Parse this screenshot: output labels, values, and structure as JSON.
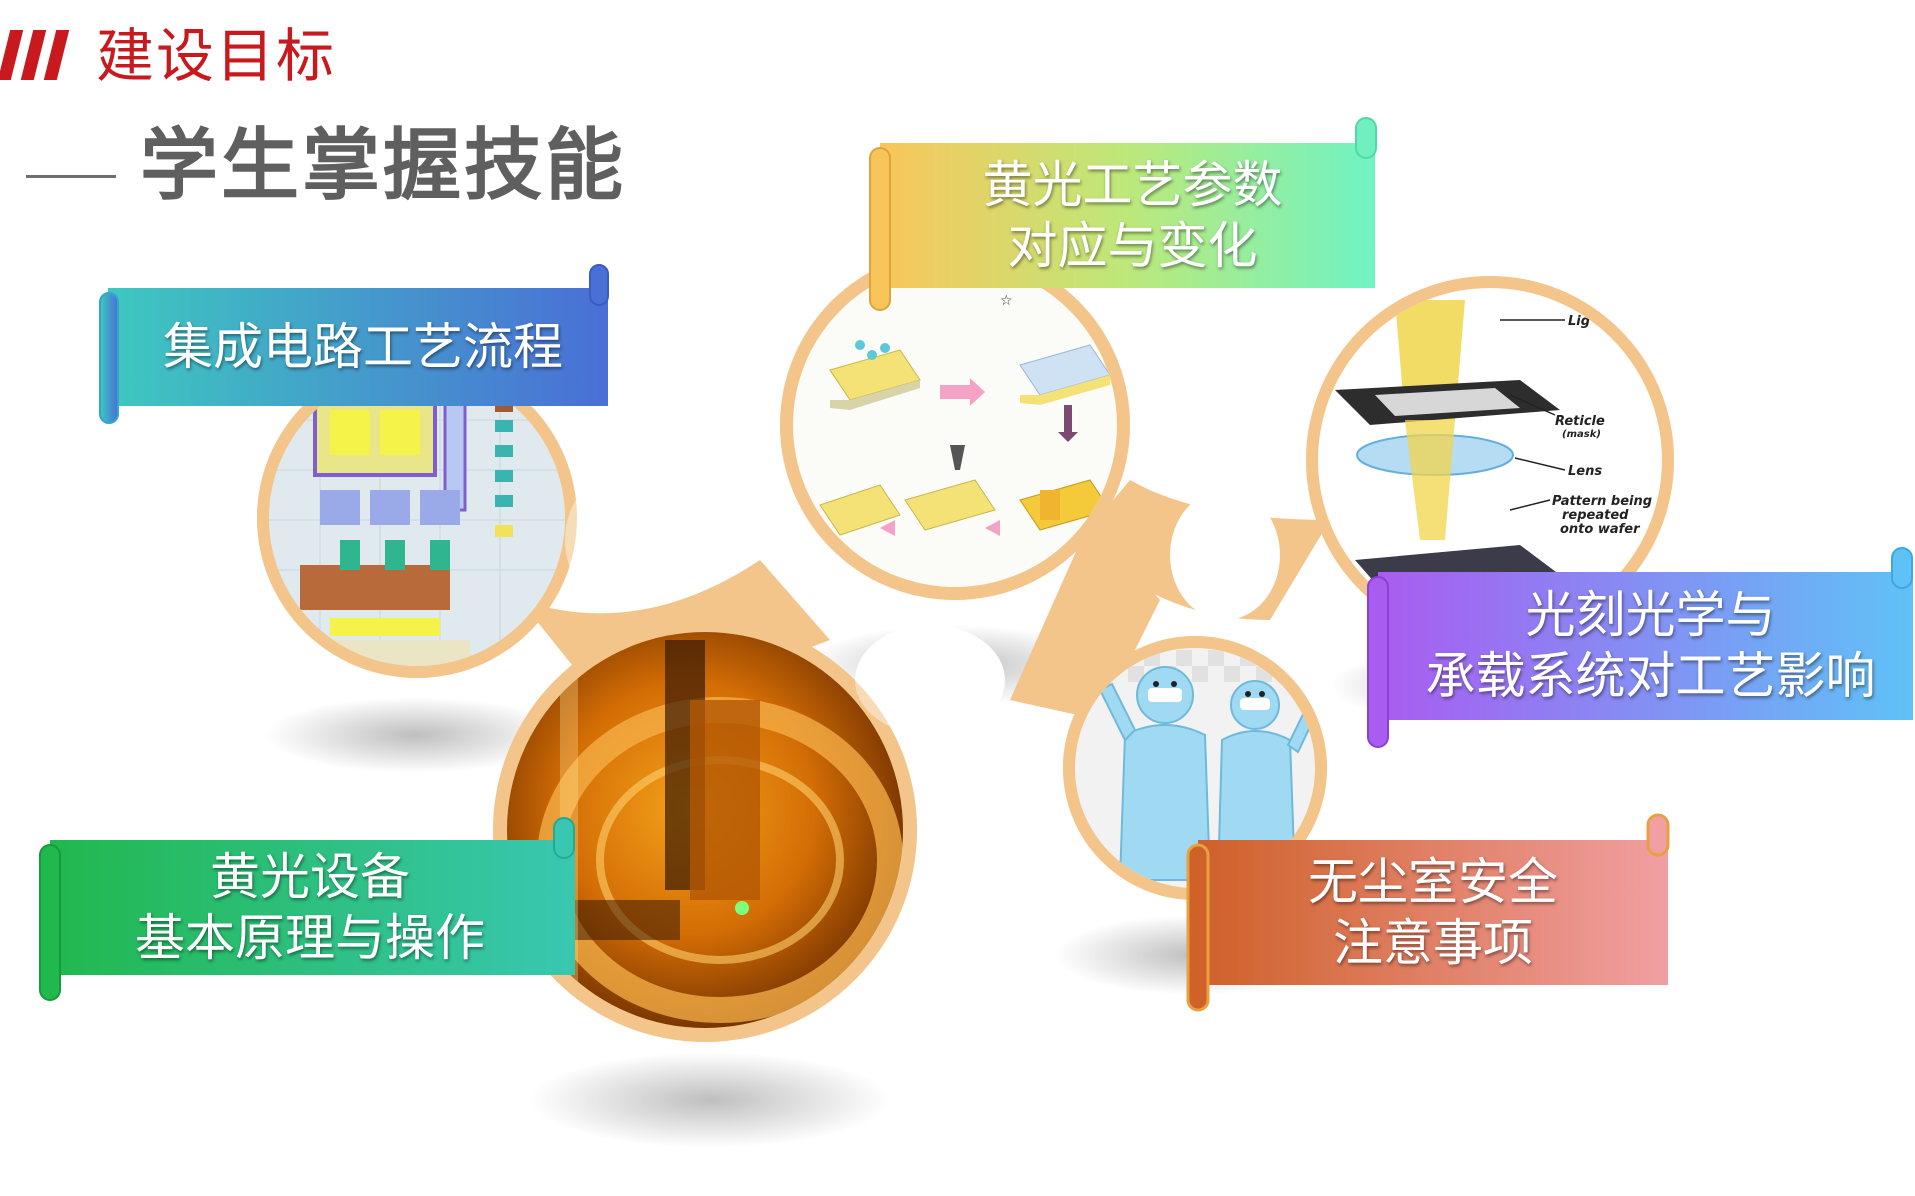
{
  "header": {
    "section_title": "建设目标",
    "subtitle": "学生掌握技能"
  },
  "colors": {
    "accent": "#c81a1e",
    "subtitle_gray": "#5f5f5f",
    "ring": "#f3c58a"
  },
  "images": [
    {
      "name": "circuit-layout-image",
      "depicts": "integrated circuit layout diagram"
    },
    {
      "name": "photolithography-process-image",
      "depicts": "photolithography process flow diagram"
    },
    {
      "name": "optics-system-image",
      "depicts": "light, reticle, lens, wafer optical system"
    },
    {
      "name": "equipment-photo-image",
      "depicts": "photolithography equipment under yellow light"
    },
    {
      "name": "cleanroom-suit-image",
      "depicts": "cleanroom suited workers illustration"
    }
  ],
  "optics_labels": {
    "light": "Lig",
    "reticle": "Reticle",
    "mask": "(mask)",
    "lens": "Lens",
    "pattern_line1": "Pattern being",
    "pattern_line2": "repeated",
    "pattern_line3": "onto wafer"
  },
  "banners": [
    {
      "name": "banner-ic-process",
      "lines": [
        "集成电路工艺流程"
      ]
    },
    {
      "name": "banner-yellow-light-params",
      "lines": [
        "黄光工艺参数",
        "对应与变化"
      ]
    },
    {
      "name": "banner-optics-system",
      "lines": [
        "光刻光学与",
        "承载系统对工艺影响"
      ]
    },
    {
      "name": "banner-yellow-light-equipment",
      "lines": [
        "黄光设备",
        "基本原理与操作"
      ]
    },
    {
      "name": "banner-cleanroom-safety",
      "lines": [
        "无尘室安全",
        "注意事项"
      ]
    }
  ]
}
